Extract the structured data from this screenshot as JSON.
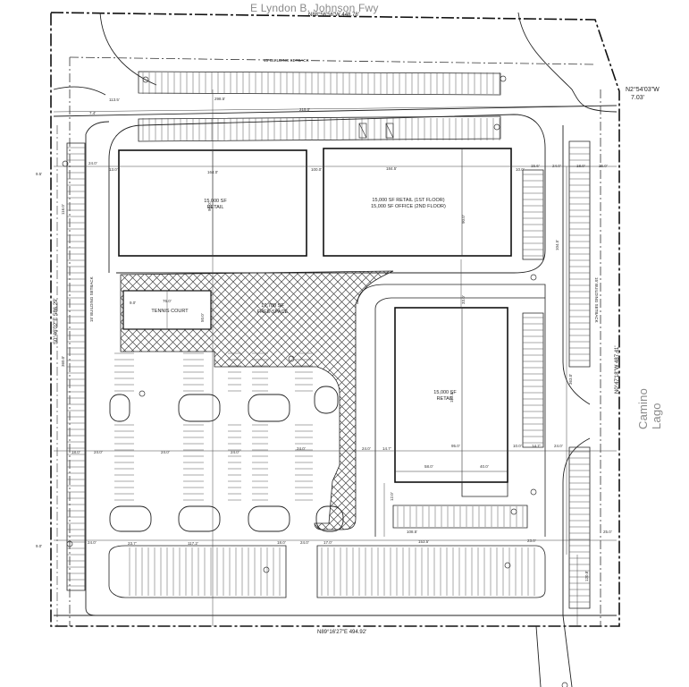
{
  "streets": {
    "top": "E Lyndon B. Johnson Fwy",
    "right": "Camino Lago"
  },
  "boundary": {
    "north": "N88°56'56\"W 448.78'",
    "south": "N89°16'27\"E 494.92'",
    "west": "S0°46'02\"E 586.29'",
    "east": "N0°47'18\"W 487.41'",
    "corner": "N2°54'03\"W",
    "corner_dist": "7.03'",
    "setback_top": "45' BUILDING SETBACK",
    "setback_left": "15' BUILDING SETBACK",
    "setback_right": "15' BUILDING SETBACK"
  },
  "buildings": {
    "retail_a": {
      "line1": "15,000 SF",
      "line2": "RETAIL"
    },
    "retail_office": {
      "line1": "15,000 SF RETAIL (1ST FLOOR)",
      "line2": "15,000 SF OFFICE (2ND FLOOR)"
    },
    "retail_b": {
      "line1": "15,000 SF",
      "line2": "RETAIL"
    }
  },
  "tennis": {
    "label": "TENNIS COURT"
  },
  "free_space": {
    "line1": "17,700 SF",
    "line2": "FREE SPACE"
  },
  "dims": {
    "d_215": "215.0'",
    "d_298": "298.5'",
    "d_1135": "113.5'",
    "d_74": "7.4'",
    "d_95": "9.5'",
    "d_1045": "104.5'",
    "d_1845": "184.5'",
    "d_100": "10.0'",
    "d_1640": "164.0'",
    "d_130": "13.0'",
    "d_1160": "116.0'",
    "d_156": "15.6'",
    "d_250": "25.0'",
    "d_240": "24.0'",
    "d_180": "18.0'",
    "d_3630": "363.0'",
    "d_760": "76.0'",
    "d_950": "95.0'",
    "d_1535": "153.5'",
    "d_580": "58.0'",
    "d_400": "40.0'",
    "d_147": "14.7'",
    "d_1085": "108.5'",
    "d_1535b": "153.5'",
    "d_1172": "117.2'",
    "d_1510": "151.0'",
    "d_1208": "120.8'",
    "d_900": "90.0'",
    "d_1550": "155.0'",
    "d_230": "23.0'",
    "d_237": "23.7'",
    "d_90": "9.0'",
    "d_830": "83.0'",
    "d_905": "90.5'",
    "d_1000": "100.0'",
    "d_110": "11.0'",
    "d_120": "12.0'",
    "d_192": "19.2'",
    "d_500": "50.0'",
    "d_330": "33.0'",
    "d_1700": "17.0'",
    "d_1630": "163.0'",
    "d_3600": "360.0'"
  }
}
